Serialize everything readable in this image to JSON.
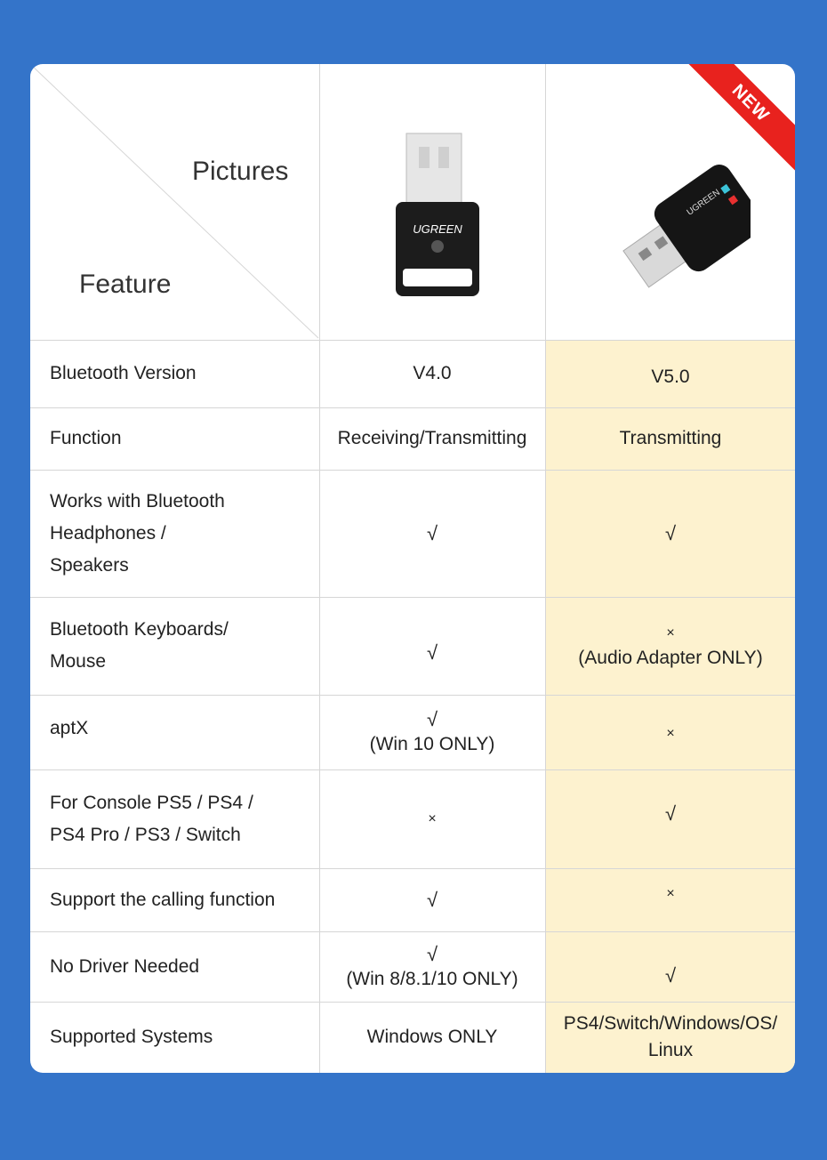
{
  "header": {
    "pictures_label": "Pictures",
    "feature_label": "Feature",
    "new_badge": "NEW",
    "product1_brand": "UGREEN",
    "product2_brand": "UGREEN"
  },
  "rows": [
    {
      "feature": "Bluetooth Version",
      "col1": "V4.0",
      "col2": "V5.0"
    },
    {
      "feature": "Function",
      "col1": "Receiving/Transmitting",
      "col2": "Transmitting"
    },
    {
      "feature_lines": [
        "Works with Bluetooth",
        "Headphones /",
        "Speakers"
      ],
      "col1": "√",
      "col2": "√"
    },
    {
      "feature_lines": [
        "Bluetooth Keyboards/",
        "Mouse"
      ],
      "col1": "√",
      "col2_mark": "×",
      "col2_note": "(Audio Adapter ONLY)"
    },
    {
      "feature": "aptX",
      "col1_mark": "√",
      "col1_note": "(Win 10 ONLY)",
      "col2": "×"
    },
    {
      "feature_lines": [
        "For Console PS5 / PS4 /",
        "PS4 Pro / PS3 / Switch"
      ],
      "col1": "×",
      "col2": "√"
    },
    {
      "feature": "Support the calling function",
      "col1": "√",
      "col2": "×"
    },
    {
      "feature": "No Driver Needed",
      "col1_mark": "√",
      "col1_note": "(Win 8/8.1/10 ONLY)",
      "col2": "√"
    },
    {
      "feature": "Supported Systems",
      "col1": "Windows ONLY",
      "col2_lines": [
        "PS4/Switch/Windows/OS/",
        "Linux"
      ]
    }
  ],
  "colors": {
    "background": "#3474c9",
    "highlight": "#fdf2cf",
    "badge": "#e8221e"
  }
}
